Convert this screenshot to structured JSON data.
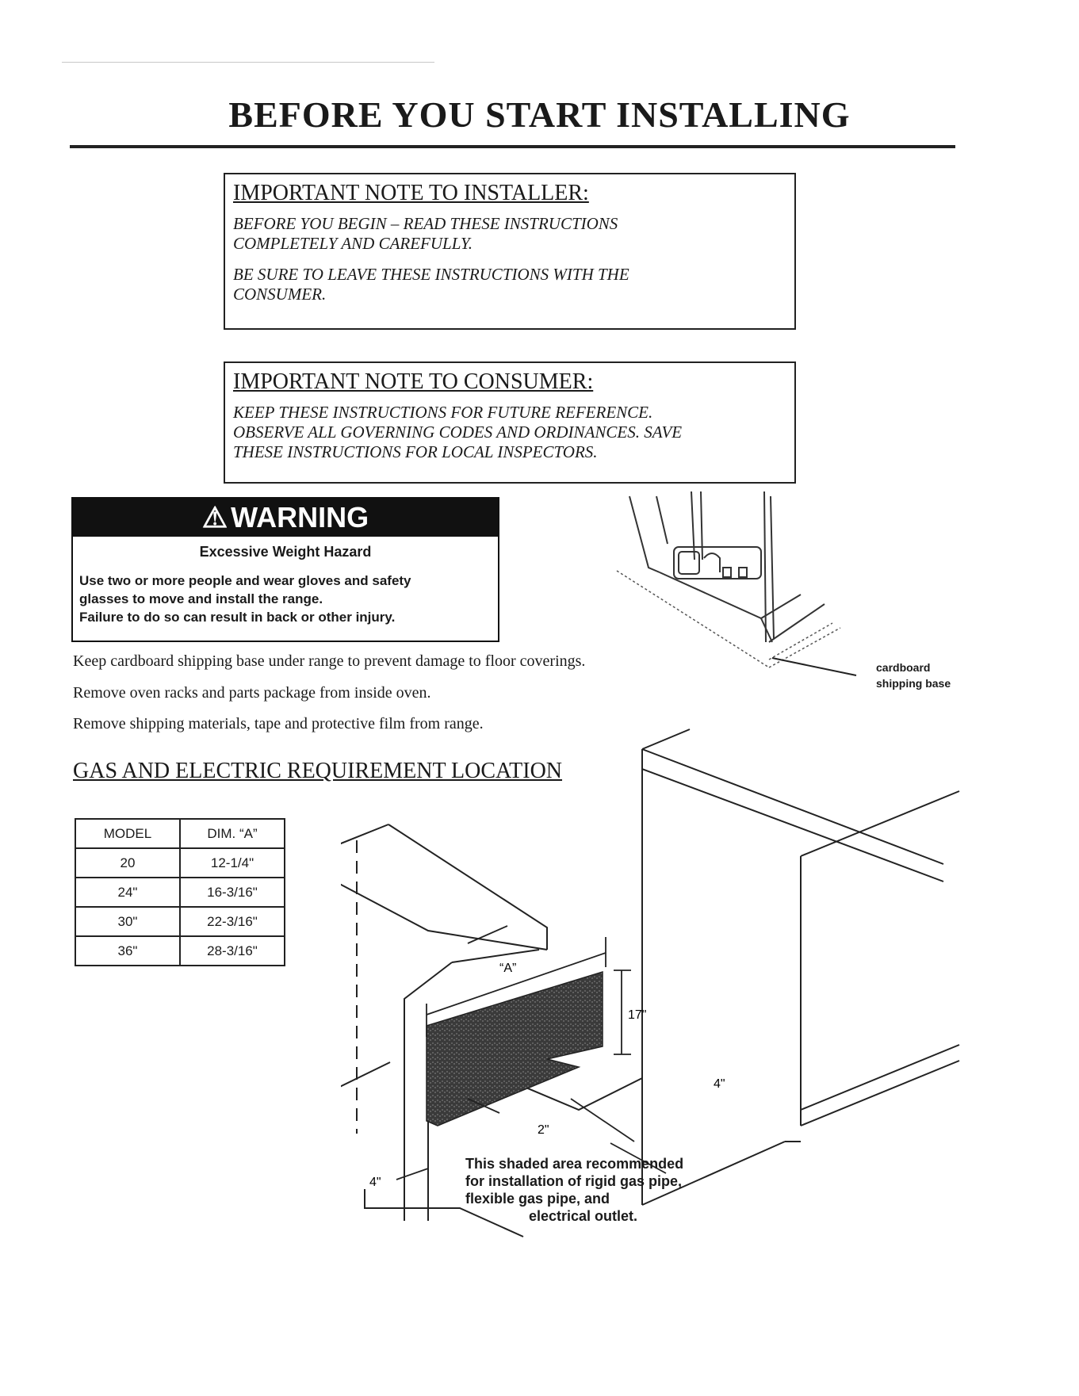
{
  "title": "BEFORE YOU START INSTALLING",
  "installer_note": {
    "heading": "IMPORTANT NOTE TO INSTALLER:",
    "lines": [
      "BEFORE YOU BEGIN – READ THESE INSTRUCTIONS",
      "COMPLETELY AND CAREFULLY.",
      "BE SURE TO LEAVE THESE INSTRUCTIONS WITH THE",
      "CONSUMER."
    ]
  },
  "consumer_note": {
    "heading": "IMPORTANT NOTE TO CONSUMER:",
    "lines": [
      "KEEP THESE INSTRUCTIONS FOR FUTURE REFERENCE.",
      "OBSERVE ALL GOVERNING CODES AND ORDINANCES.  SAVE",
      "THESE INSTRUCTIONS FOR LOCAL INSPECTORS."
    ]
  },
  "warning": {
    "symbol": "⚠",
    "label": "WARNING",
    "subtitle": "Excessive Weight Hazard",
    "lines": [
      "Use two or more people  and wear gloves and safety",
      "glasses to move and install the range.",
      "Failure to do so can result in back or other injury."
    ]
  },
  "instructions": [
    "Keep cardboard shipping base under range to prevent damage to floor coverings.",
    "Remove oven racks and parts package from inside oven.",
    "Remove shipping materials, tape and protective film from range."
  ],
  "cardboard_label": [
    "cardboard",
    "shipping base"
  ],
  "requirements_heading": "GAS AND ELECTRIC REQUIREMENT LOCATION",
  "dims_table": {
    "headers": [
      "MODEL",
      "DIM. “A”"
    ],
    "rows": [
      [
        "20",
        "12-1/4\""
      ],
      [
        "24\"",
        "16-3/16\""
      ],
      [
        "30\"",
        "22-3/16\""
      ],
      [
        "36\"",
        "28-3/16\""
      ]
    ]
  },
  "diagram_labels": {
    "dim_a": "“A”",
    "height": "17\"",
    "right_offset": "4\"",
    "bottom_offset": "2\"",
    "left_offset": "4\""
  },
  "shaded_note": [
    "This shaded area recommended",
    "for installation of rigid gas pipe,",
    "flexible gas pipe, and",
    "electrical outlet."
  ]
}
